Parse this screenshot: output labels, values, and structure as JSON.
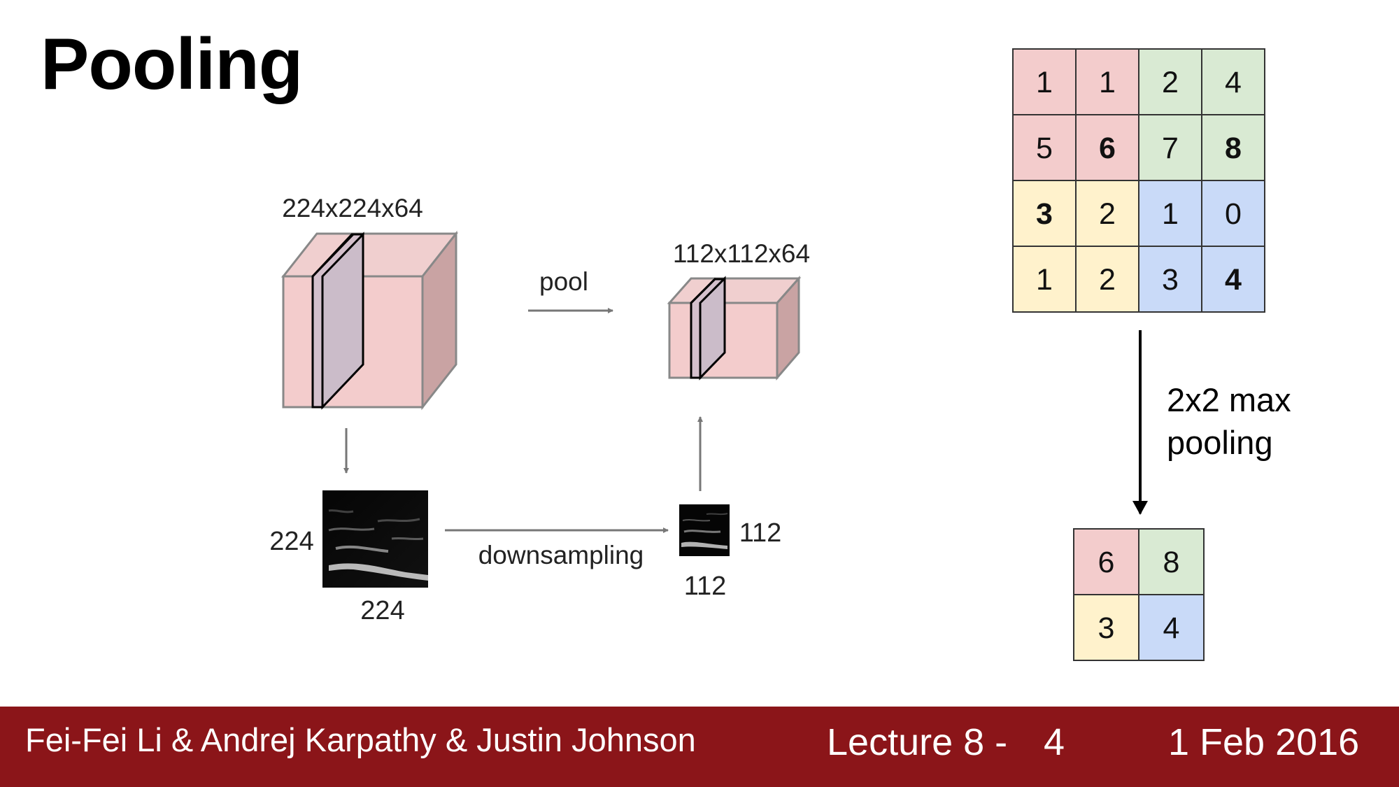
{
  "slide": {
    "title": "Pooling"
  },
  "left_diagram": {
    "input_volume_label": "224x224x64",
    "output_volume_label": "112x112x64",
    "pool_label": "pool",
    "downsampling_label": "downsampling",
    "input_map_height": "224",
    "input_map_width": "224",
    "output_map_height": "112",
    "output_map_width": "112"
  },
  "pooling_example": {
    "input_grid": [
      [
        {
          "v": "1",
          "b": false
        },
        {
          "v": "1",
          "b": false
        },
        {
          "v": "2",
          "b": false
        },
        {
          "v": "4",
          "b": false
        }
      ],
      [
        {
          "v": "5",
          "b": false
        },
        {
          "v": "6",
          "b": true
        },
        {
          "v": "7",
          "b": false
        },
        {
          "v": "8",
          "b": true
        }
      ],
      [
        {
          "v": "3",
          "b": true
        },
        {
          "v": "2",
          "b": false
        },
        {
          "v": "1",
          "b": false
        },
        {
          "v": "0",
          "b": false
        }
      ],
      [
        {
          "v": "1",
          "b": false
        },
        {
          "v": "2",
          "b": false
        },
        {
          "v": "3",
          "b": false
        },
        {
          "v": "4",
          "b": true
        }
      ]
    ],
    "quadrant_colors": {
      "top_left": "#f3cccc",
      "top_right": "#d9ead3",
      "bottom_left": "#fff2cc",
      "bottom_right": "#c9daf8"
    },
    "caption_line1": "2x2 max",
    "caption_line2": "pooling",
    "output_grid": [
      [
        "6",
        "8"
      ],
      [
        "3",
        "4"
      ]
    ]
  },
  "footer": {
    "authors": "Fei-Fei Li & Andrej Karpathy & Justin Johnson",
    "lecture": "Lecture 8 -",
    "page": "4",
    "date": "1 Feb 2016",
    "background": "#8b1519"
  }
}
